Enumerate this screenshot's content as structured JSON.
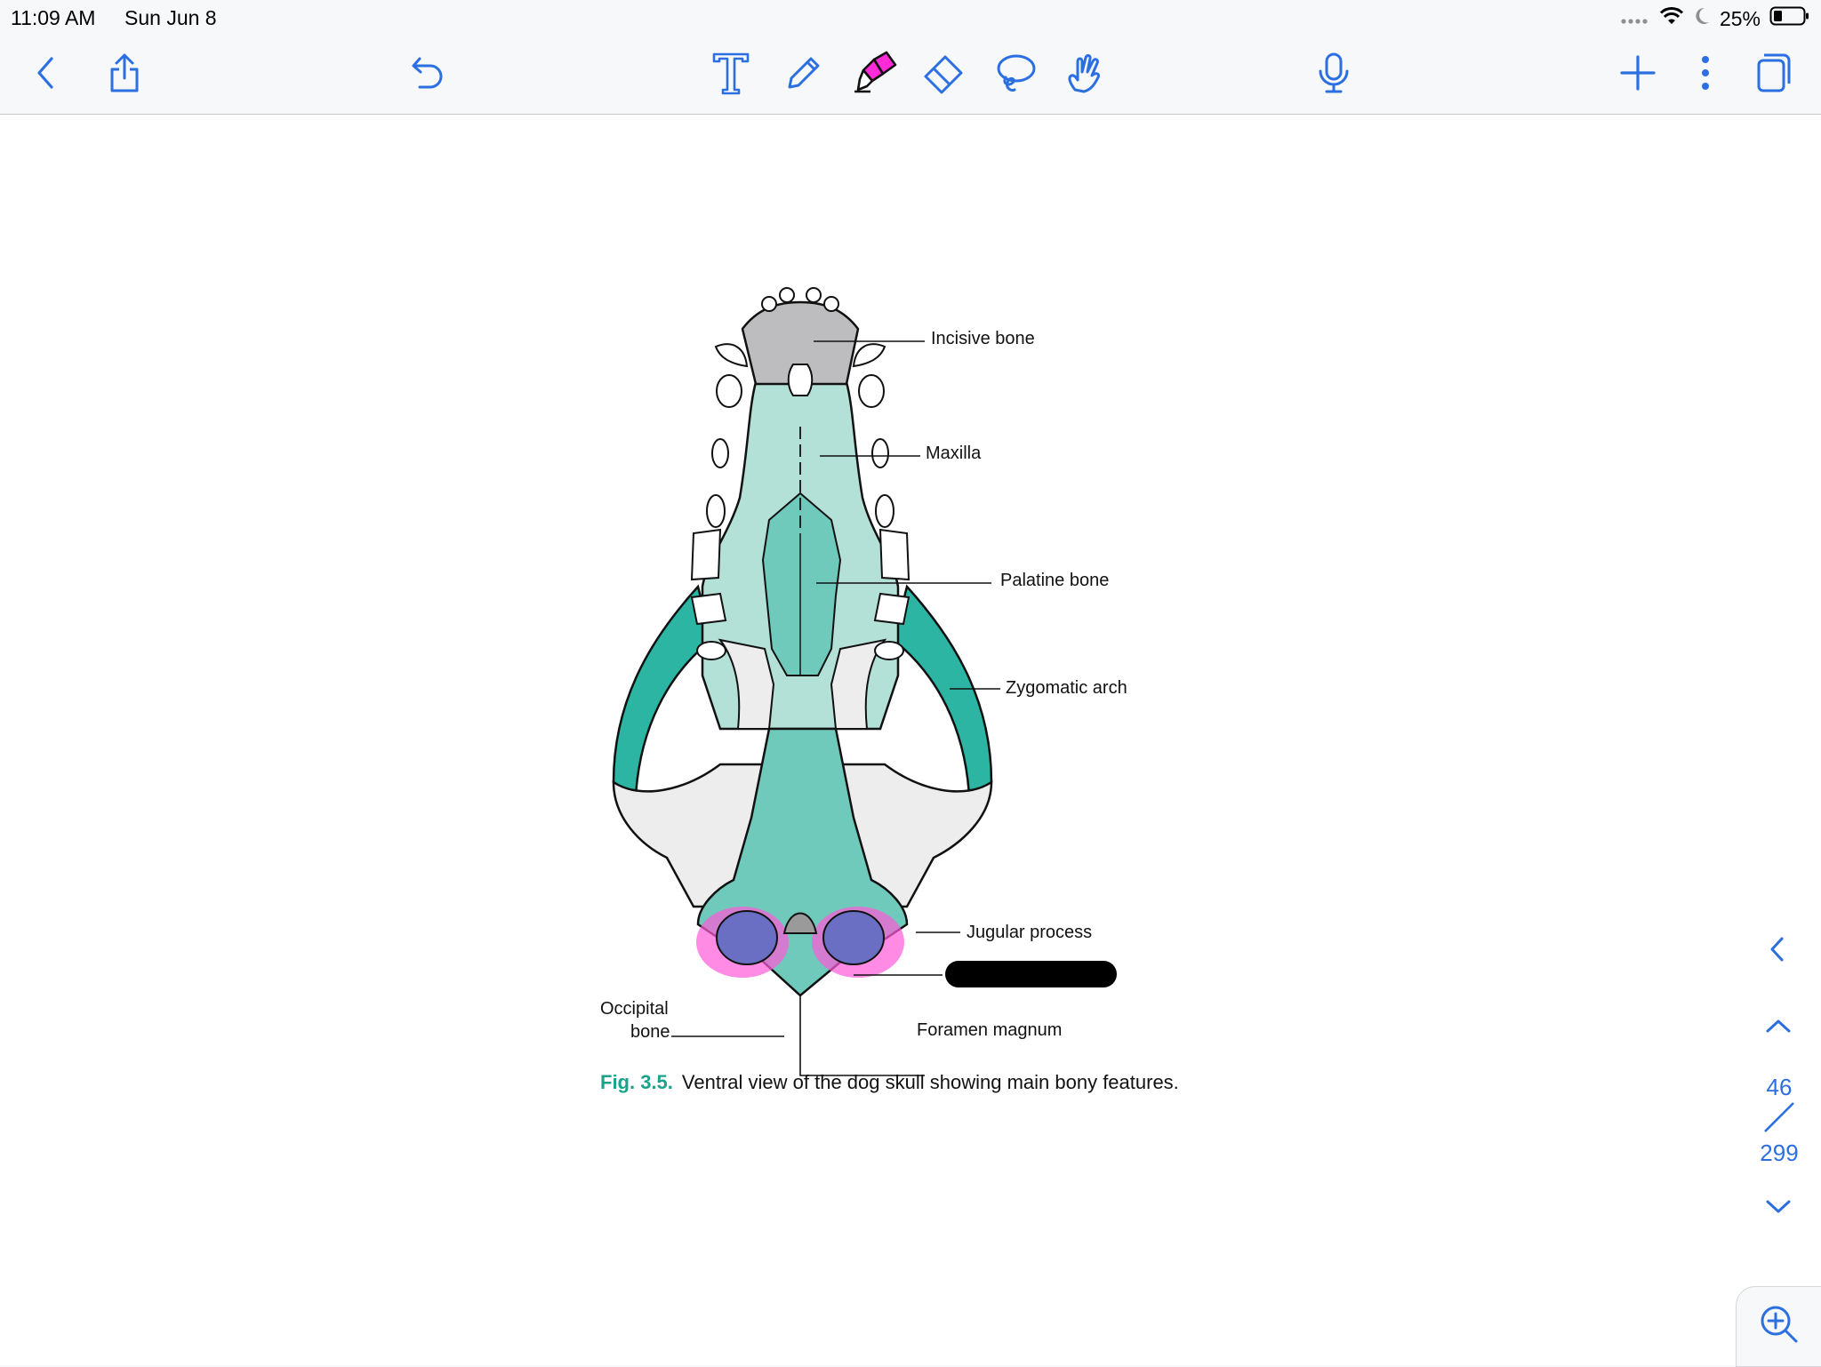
{
  "status_bar": {
    "time": "11:09 AM",
    "date": "Sun Jun 8",
    "battery": "25%",
    "icons": [
      "signal-dots-icon",
      "wifi-icon",
      "moon-icon",
      "battery-icon"
    ]
  },
  "toolbar": {
    "left": [
      "back-icon",
      "share-icon",
      "undo-icon"
    ],
    "center": [
      "text-tool-icon",
      "pen-icon",
      "highlighter-icon",
      "eraser-icon",
      "lasso-icon",
      "hand-icon"
    ],
    "right": [
      "microphone-icon",
      "add-icon",
      "more-icon",
      "pages-icon"
    ],
    "accent": "#2c6fe0",
    "highlighter_color": "#ff2bd6"
  },
  "figure": {
    "labels": {
      "incisive": "Incisive bone",
      "maxilla": "Maxilla",
      "palatine": "Palatine bone",
      "zygomatic": "Zygomatic arch",
      "jugular": "Jugular process",
      "occipital_1": "Occipital",
      "occipital_2": "bone",
      "foramen": "Foramen magnum"
    },
    "caption_fig": "Fig. 3.5.",
    "caption_text": "Ventral view of the dog skull showing main bony features.",
    "colors": {
      "teal_dark": "#2db5a3",
      "teal_mid": "#6fcabb",
      "teal_light": "#b3e0d7",
      "grey": "#bdbdbf",
      "bone_light": "#ededed",
      "purple": "#6a6fc4",
      "pink": "#ff5ad8"
    }
  },
  "navigation": {
    "current_page": "46",
    "total_pages": "299",
    "icons": [
      "chevron-left-icon",
      "chevron-up-icon",
      "chevron-down-icon",
      "zoom-in-icon"
    ]
  }
}
